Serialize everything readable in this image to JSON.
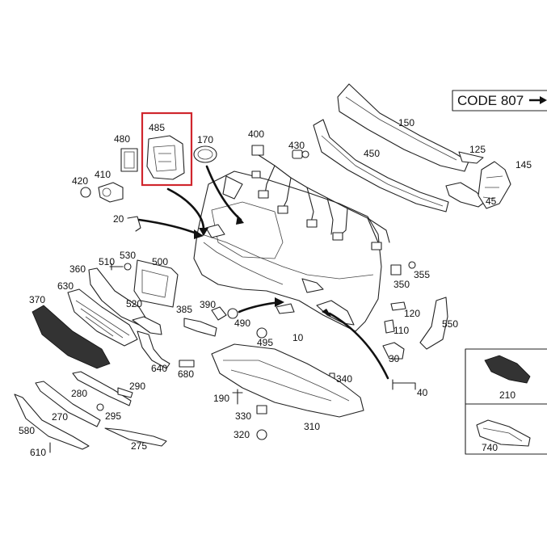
{
  "diagram": {
    "code_label": "CODE 807",
    "highlighted_part": "485",
    "parts": [
      "485",
      "480",
      "170",
      "400",
      "430",
      "150",
      "450",
      "125",
      "145",
      "45",
      "420",
      "410",
      "20",
      "510",
      "530",
      "500",
      "360",
      "630",
      "370",
      "520",
      "385",
      "390",
      "490",
      "495",
      "350",
      "355",
      "120",
      "110",
      "550",
      "30",
      "10",
      "640",
      "680",
      "340",
      "40",
      "290",
      "280",
      "270",
      "295",
      "190",
      "330",
      "320",
      "310",
      "580",
      "610",
      "275",
      "210",
      "740"
    ],
    "accent_color": "#d0262d"
  }
}
